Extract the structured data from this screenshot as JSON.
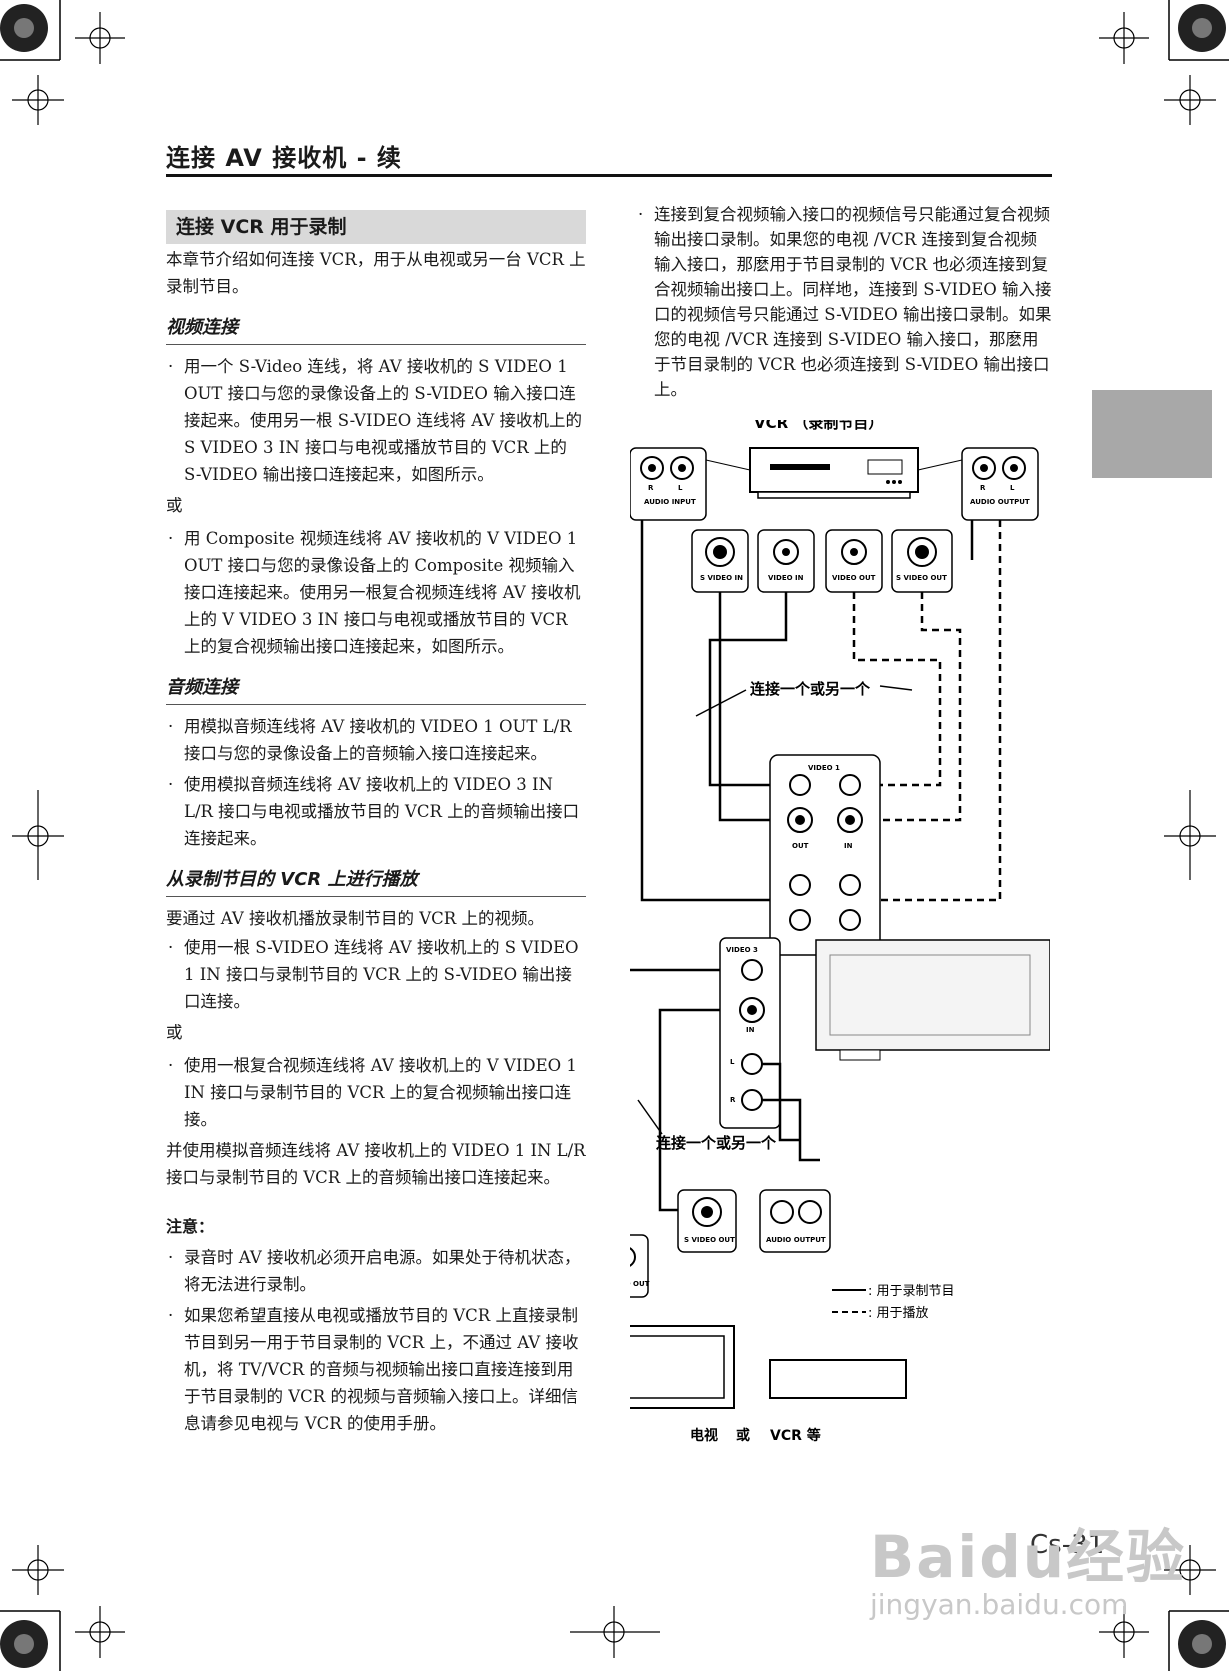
{
  "header": {
    "title": "连接 AV 接收机 - 续"
  },
  "section": {
    "title": "连接 VCR 用于录制",
    "intro": "本章节介绍如何连接 VCR，用于从电视或另一台 VCR 上录制节目。"
  },
  "video": {
    "heading": "视频连接",
    "b1": "用一个 S-Video 连线，将 AV 接收机的 S VIDEO 1 OUT 接口与您的录像设备上的 S-VIDEO 输入接口连接起来。使用另一根 S-VIDEO 连线将 AV 接收机上的 S VIDEO 3 IN 接口与电视或播放节目的 VCR 上的 S-VIDEO 输出接口连接起来，如图所示。",
    "or": "或",
    "b2": "用 Composite 视频连线将 AV 接收机的 V VIDEO 1 OUT 接口与您的录像设备上的 Composite 视频输入接口连接起来。使用另一根复合视频连线将 AV 接收机上的 V VIDEO 3 IN 接口与电视或播放节目的 VCR 上的复合视频输出接口连接起来，如图所示。"
  },
  "audio": {
    "heading": "音频连接",
    "b1": "用模拟音频连线将 AV 接收机的 VIDEO 1 OUT L/R 接口与您的录像设备上的音频输入接口连接起来。",
    "b2": "使用模拟音频连线将 AV 接收机上的 VIDEO 3 IN L/R 接口与电视或播放节目的 VCR 上的音频输出接口连接起来。"
  },
  "playback": {
    "heading": "从录制节目的 VCR 上进行播放",
    "intro": "要通过 AV 接收机播放录制节目的 VCR 上的视频。",
    "b1": "使用一根 S-VIDEO 连线将 AV 接收机上的 S VIDEO 1 IN 接口与录制节目的 VCR 上的 S-VIDEO 输出接口连接。",
    "or": "或",
    "b2": "使用一根复合视频连线将 AV 接收机上的 V VIDEO 1 IN 接口与录制节目的 VCR 上的复合视频输出接口连接。",
    "after": "并使用模拟音频连线将 AV 接收机上的 VIDEO 1 IN L/R 接口与录制节目的 VCR 上的音频输出接口连接起来。"
  },
  "note": {
    "heading": "注意：",
    "b1": "录音时 AV 接收机必须开启电源。如果处于待机状态，将无法进行录制。",
    "b2": "如果您希望直接从电视或播放节目的 VCR 上直接录制节目到另一用于节目录制的 VCR 上，不通过 AV 接收机，将 TV/VCR 的音频与视频输出接口直接连接到用于节目录制的 VCR 的视频与音频输入接口上。详细信息请参见电视与 VCR 的使用手册。"
  },
  "right": {
    "b1": "连接到复合视频输入接口的视频信号只能通过复合视频输出接口录制。如果您的电视 /VCR 连接到复合视频输入接口，那麽用于节目录制的 VCR 也必须连接到复合视频输出接口上。同样地，连接到 S-VIDEO 输入接口的视频信号只能通过 S-VIDEO 输出接口录制。如果您的电视 /VCR 连接到 S-VIDEO 输入接口，那麽用于节目录制的 VCR 也必须连接到 S-VIDEO 输出接口上。"
  },
  "diagram": {
    "vcr_title": "VCR （录制节目）",
    "r": "R",
    "l": "L",
    "audio_input": "AUDIO INPUT",
    "audio_output": "AUDIO OUTPUT",
    "s_video_in": "S VIDEO IN",
    "video_in": "VIDEO IN",
    "video_out": "VIDEO OUT",
    "s_video_out": "S VIDEO OUT",
    "connect_either_1": "连接一个或另一个",
    "connect_either_2": "连接一个或另一个",
    "video1": "VIDEO 1",
    "video3": "VIDEO 3",
    "out": "OUT",
    "in": "IN",
    "tv_s_video_out": "S VIDEO OUT",
    "tv_video_out": "VIDEO OUT",
    "tv_audio_output": "AUDIO OUTPUT",
    "legend_solid": ": 用于录制节目",
    "legend_dashed": ": 用于播放",
    "tv": "电视",
    "or": "或",
    "vcr_etc": "VCR 等"
  },
  "footer": {
    "page": "Cs-31",
    "watermark": "Baidu经验",
    "watermark_url": "jingyan.baidu.com"
  }
}
